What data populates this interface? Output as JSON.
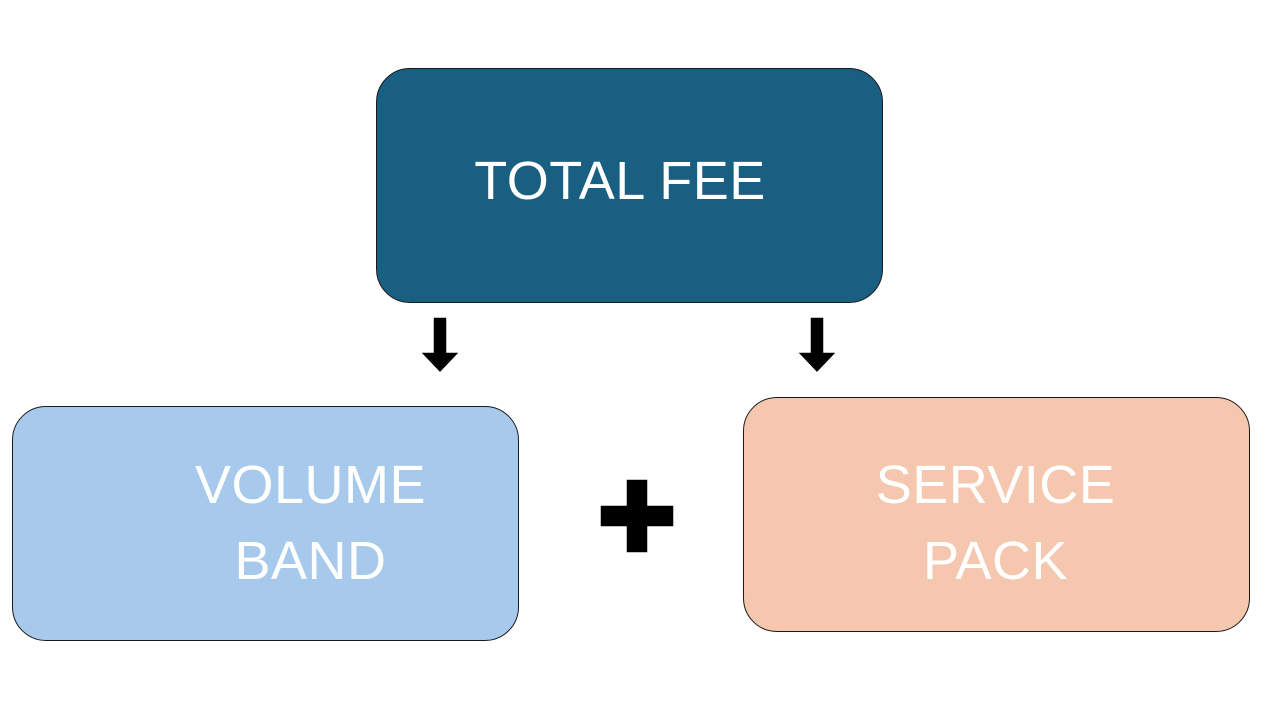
{
  "diagram": {
    "total": {
      "label": "TOTAL FEE",
      "color": "#185f82"
    },
    "volume": {
      "label": "VOLUME\nBAND",
      "color": "#a7c9eb"
    },
    "service": {
      "label": "SERVICE\nPACK",
      "color": "#f5c7ae"
    },
    "operator": {
      "icon": "plus-icon"
    },
    "connectors": [
      "down-arrow-icon",
      "down-arrow-icon"
    ]
  }
}
